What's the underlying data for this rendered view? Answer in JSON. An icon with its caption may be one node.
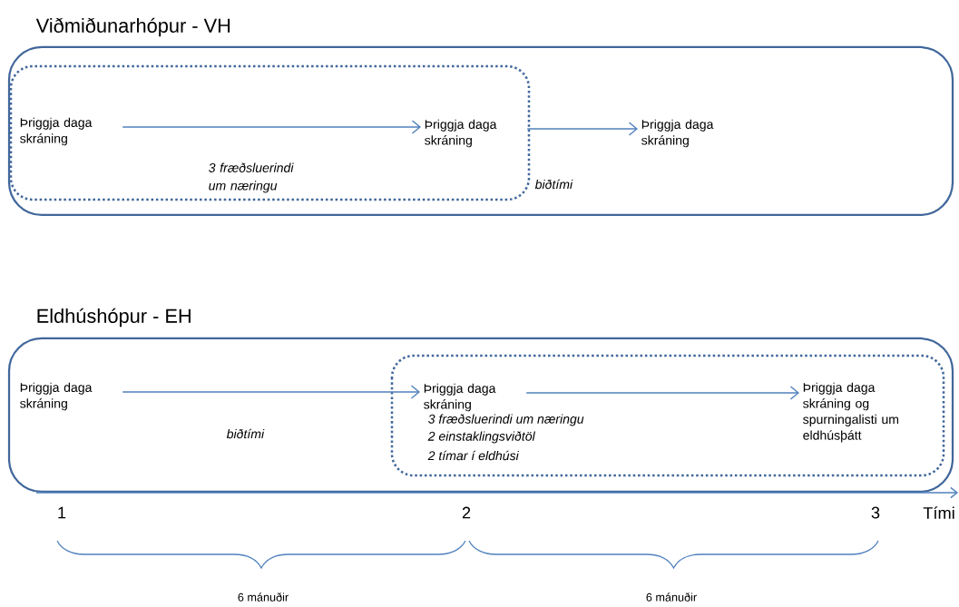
{
  "diagram": {
    "nodes": [
      {
        "text": [
          "Viðmiðunarhópur - VH"
        ]
      },
      {
        "text": [],
        "shape": "box",
        "in": 0
      },
      {
        "text": [
          "Þriggja daga skráning"
        ],
        "in": 1
      },
      {
        "text": [
          "Þriggja daga skráning"
        ],
        "in": 1
      },
      {
        "text": [
          "Þriggja daga skráning"
        ],
        "in": 0
      },
      {
        "text": [
          "Eldhúshópur - EH"
        ]
      },
      {
        "text": [
          "Þriggja daga skráning"
        ],
        "in": 5
      },
      {
        "text": [],
        "shape": "box",
        "in": 5
      },
      {
        "text": [
          "Þriggja daga skráning"
        ],
        "in": 7
      },
      {
        "text": [
          "Þriggja daga skráning og spurningalisti um eldhúsþátt"
        ],
        "in": 7
      }
    ],
    "edges": [
      {
        "from": 2,
        "to": 3,
        "arrow": "to",
        "label": "3 fræðsluerindi um næringu"
      },
      {
        "from": 3,
        "to": 4,
        "arrow": "to",
        "label": "biðtími"
      },
      {
        "from": 6,
        "to": 8,
        "arrow": "to",
        "label": "biðtími"
      },
      {
        "from": 8,
        "to": 9,
        "arrow": "to"
      }
    ],
    "labels": [
      "3 fræðsluerindi um  næringu",
      "2 einstaklingsviðtöl",
      "2 tímar í eldhúsi",
      "1",
      "2",
      "3",
      "Tími",
      "6 mánuðir",
      "6 mánuðir"
    ]
  }
}
